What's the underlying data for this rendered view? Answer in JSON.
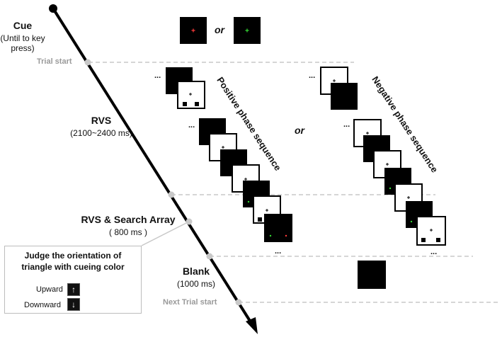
{
  "stages": {
    "cue": {
      "title": "Cue",
      "sub": "(Until to key press)"
    },
    "rvs": {
      "title": "RVS",
      "sub": "(2100~2400 ms)"
    },
    "rvs_search": {
      "title": "RVS & Search Array",
      "sub": "( 800 ms )"
    },
    "blank": {
      "title": "Blank",
      "sub": "(1000 ms)"
    }
  },
  "markers": {
    "trial_start": "Trial start",
    "next_trial_start": "Next Trial start"
  },
  "or_label": "or",
  "ellipsis": "...",
  "sequences": {
    "positive": "Positive phase sequence",
    "negative": "Negative phase sequence"
  },
  "response": {
    "title_line1": "Judge the orientation of",
    "title_line2": "triangle with cueing color",
    "upward": "Upward",
    "downward": "Downward",
    "up_icon": "arrow-up-key",
    "down_icon": "arrow-down-key",
    "hand_icon": "pointing-hand"
  },
  "colors": {
    "cue_red": "#ff3b3b",
    "cue_green": "#33d633",
    "guide": "#c8c8c8",
    "marker_text": "#9a9a9a",
    "hand_skin": "#f0b27a",
    "hand_cuff": "#a0522d"
  }
}
